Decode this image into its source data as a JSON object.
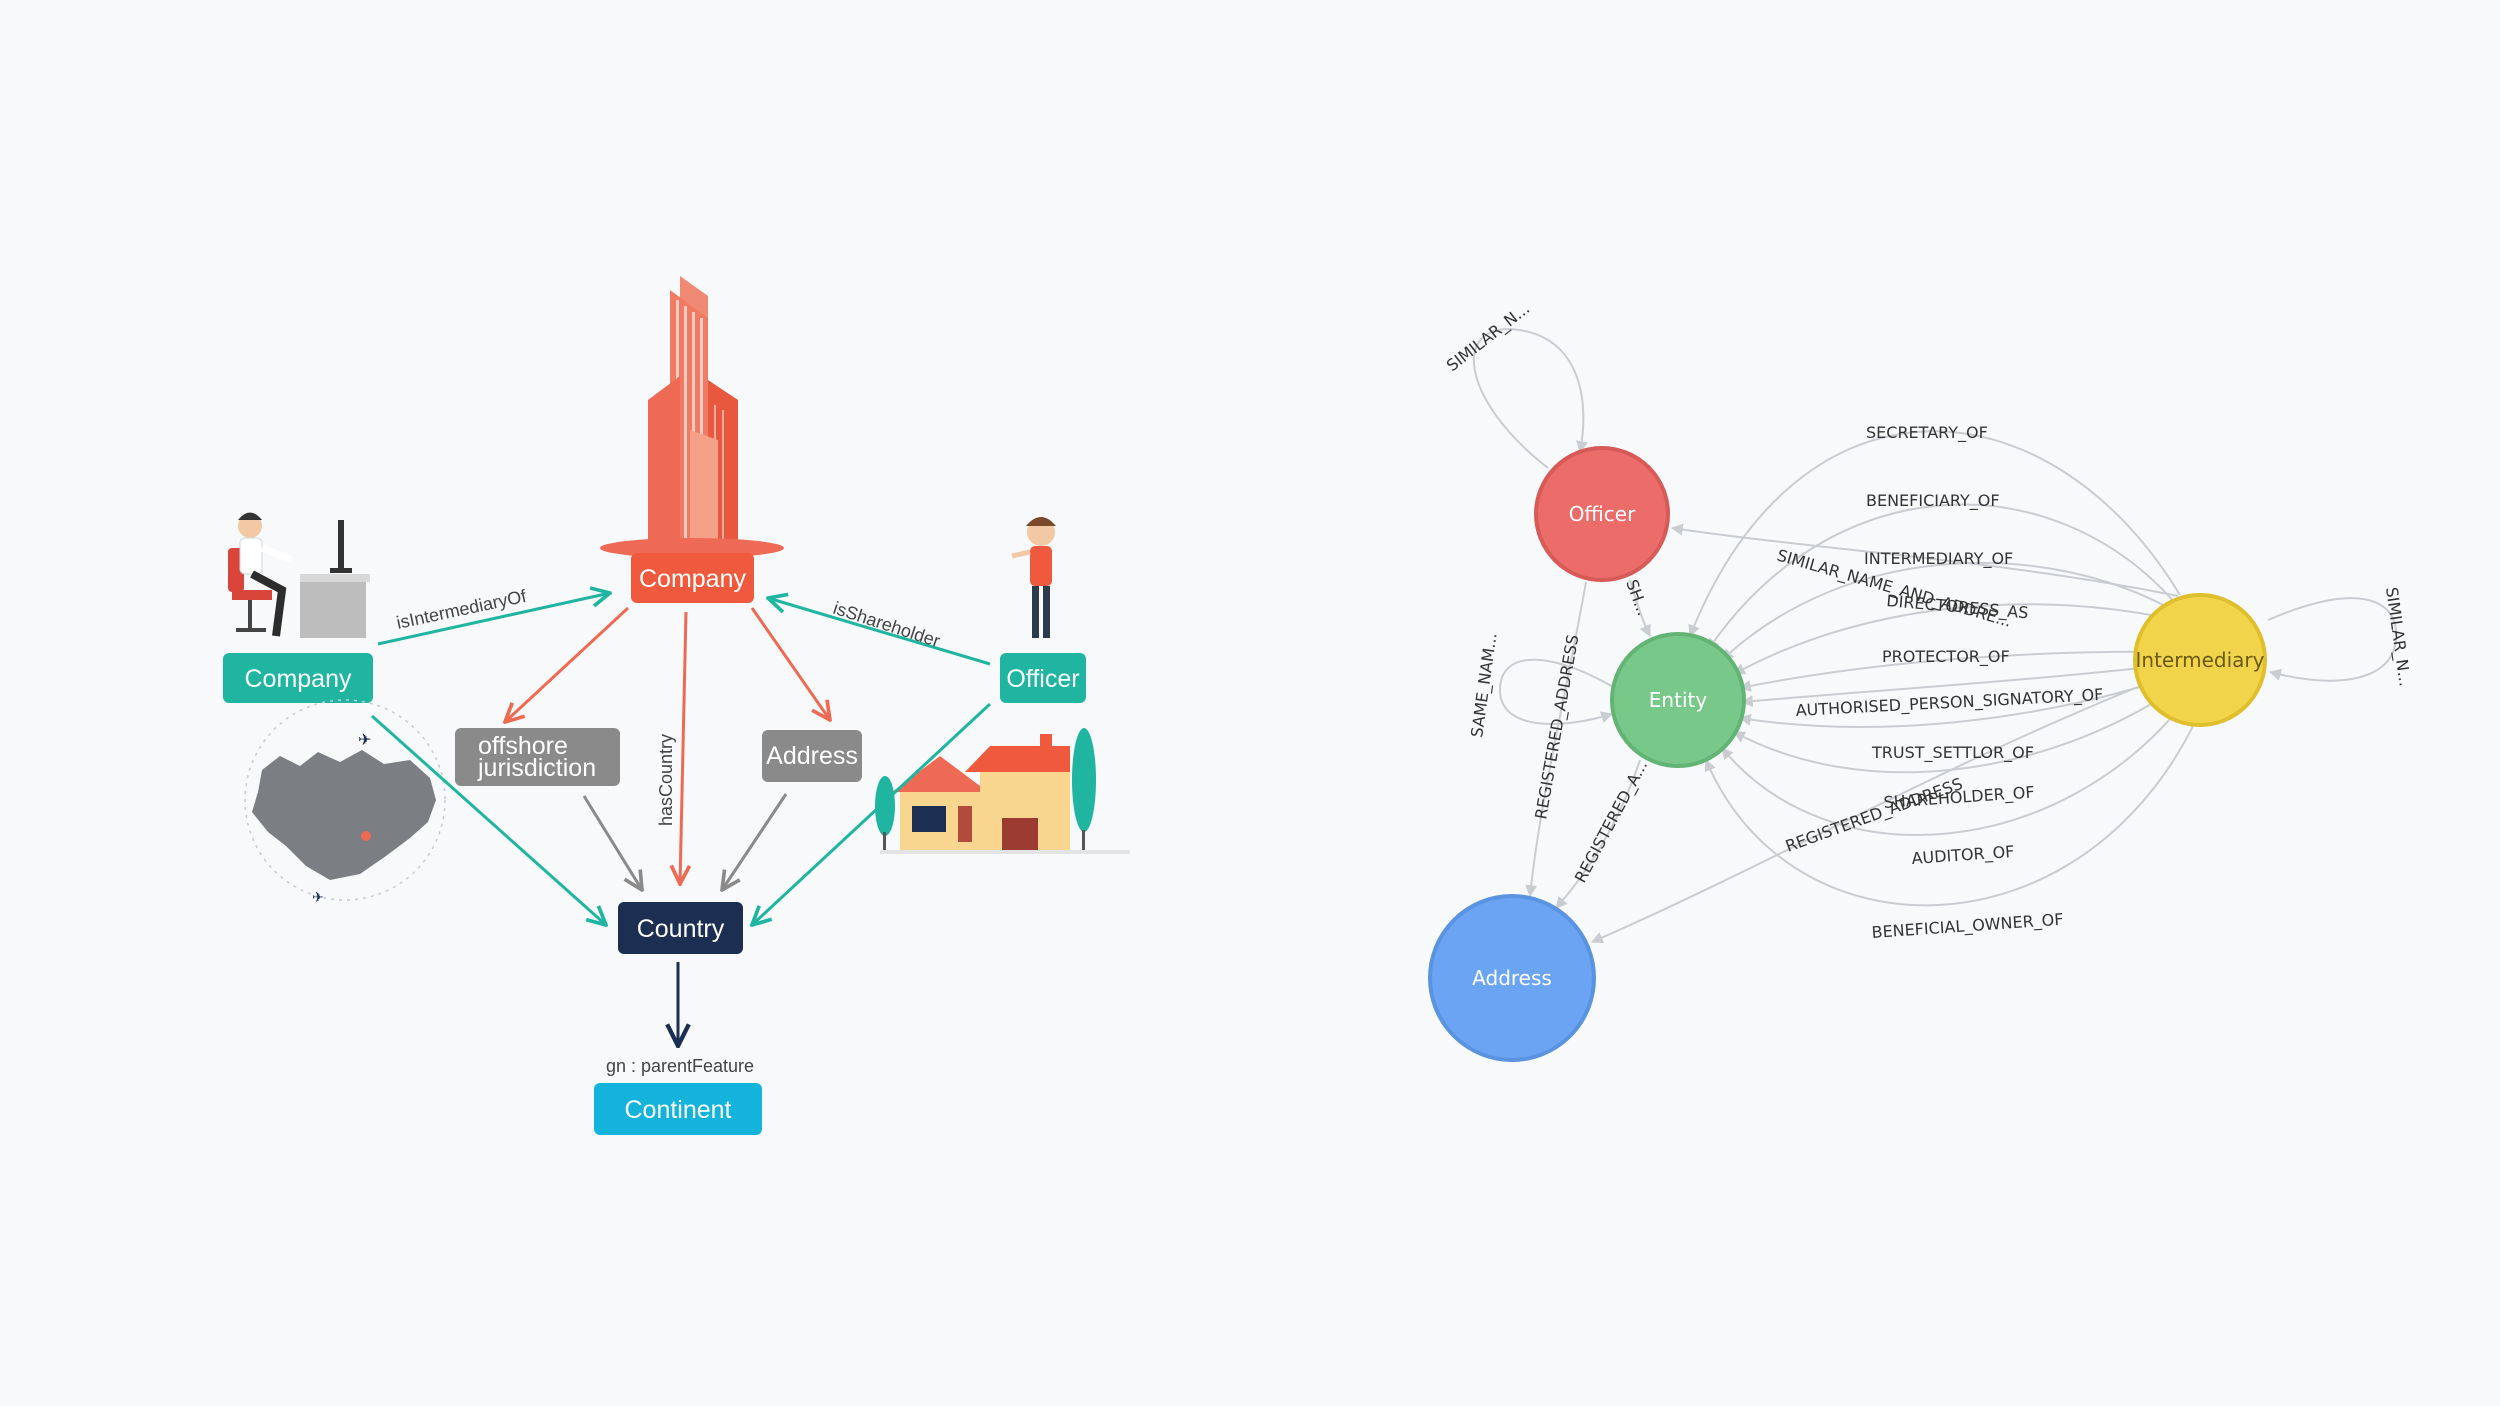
{
  "left_diagram": {
    "nodes": {
      "company_top": "Company",
      "company_left": "Company",
      "officer": "Officer",
      "offshore_line1": "offshore",
      "offshore_line2": "jurisdiction",
      "address": "Address",
      "country": "Country",
      "continent": "Continent"
    },
    "edges": {
      "is_intermediary_of": "isIntermediaryOf",
      "is_shareholder": "isShareholder",
      "has_country": "hasCountry",
      "parent_feature": "gn : parentFeature"
    }
  },
  "right_graph": {
    "nodes": {
      "officer": "Officer",
      "entity": "Entity",
      "intermediary": "Intermediary",
      "address": "Address"
    },
    "edge_labels": {
      "similar_n_top": "SIMILAR_N...",
      "similar_n_right": "SIMILAR_N...",
      "same_nam": "SAME_NAM...",
      "sh": "SH...",
      "registered_address_vertical": "REGISTERED_ADDRESS",
      "registered_a": "REGISTERED_A...",
      "secretary_of": "SECRETARY_OF",
      "beneficiary_of": "BENEFICIARY_OF",
      "intermediary_of": "INTERMEDIARY_OF",
      "similar_name_and_address": "SIMILAR_NAME_AND_ADDRE...",
      "directors_as": "DIRECTORESS_AS",
      "protector_of": "PROTECTOR_OF",
      "authorised_person": "AUTHORISED_PERSON_SIGNATORY_OF",
      "trust_settlor_of": "TRUST_SETTLOR_OF",
      "registered_address_diag": "REGISTERED_ADDRESS",
      "shareholder_of": "SHAREHOLDER_OF",
      "auditor_of": "AUDITOR_OF",
      "beneficial_owner_of": "BENEFICIAL_OWNER_OF"
    }
  },
  "colors": {
    "teal": "#1fb5a0",
    "coral": "#ef6a55",
    "navy": "#1c2f52",
    "grey_box": "#8a8a8a",
    "cyan": "#13b3dc",
    "officer_node": "#ec6c6a",
    "entity_node": "#78c88a",
    "intermediary_node": "#f2d44a",
    "address_node": "#6aa4f2"
  }
}
